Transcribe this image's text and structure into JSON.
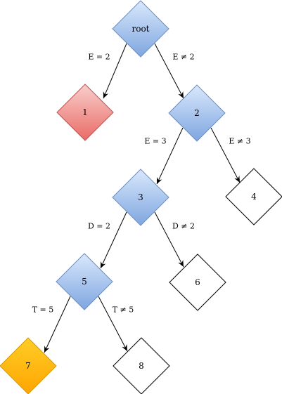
{
  "nodes": {
    "root": {
      "label": "root",
      "style": "decision"
    },
    "n1": {
      "label": "1",
      "style": "red"
    },
    "n2": {
      "label": "2",
      "style": "decision"
    },
    "n3": {
      "label": "3",
      "style": "decision"
    },
    "n4": {
      "label": "4",
      "style": "plain"
    },
    "n5": {
      "label": "5",
      "style": "decision"
    },
    "n6": {
      "label": "6",
      "style": "plain"
    },
    "n7": {
      "label": "7",
      "style": "highlight"
    },
    "n8": {
      "label": "8",
      "style": "plain"
    }
  },
  "edges": [
    {
      "from": "root",
      "to": "n1",
      "label": "E = 2"
    },
    {
      "from": "root",
      "to": "n2",
      "label": "E ≠ 2"
    },
    {
      "from": "n2",
      "to": "n3",
      "label": "E = 3"
    },
    {
      "from": "n2",
      "to": "n4",
      "label": "E ≠ 3"
    },
    {
      "from": "n3",
      "to": "n5",
      "label": "D = 2"
    },
    {
      "from": "n3",
      "to": "n6",
      "label": "D ≠ 2"
    },
    {
      "from": "n5",
      "to": "n7",
      "label": "T = 5"
    },
    {
      "from": "n5",
      "to": "n8",
      "label": "T ≠ 5"
    }
  ],
  "colors": {
    "decision_top": "#dae8fc",
    "decision_bottom": "#7ea6e0",
    "decision_stroke": "#6c8ebf",
    "red_top": "#f8cecc",
    "red_bottom": "#ea6b66",
    "red_stroke": "#b85450",
    "highlight_top": "#ffcd28",
    "highlight_bottom": "#ffa500",
    "highlight_stroke": "#d79b00",
    "plain_fill": "#ffffff",
    "plain_stroke": "#000000"
  }
}
